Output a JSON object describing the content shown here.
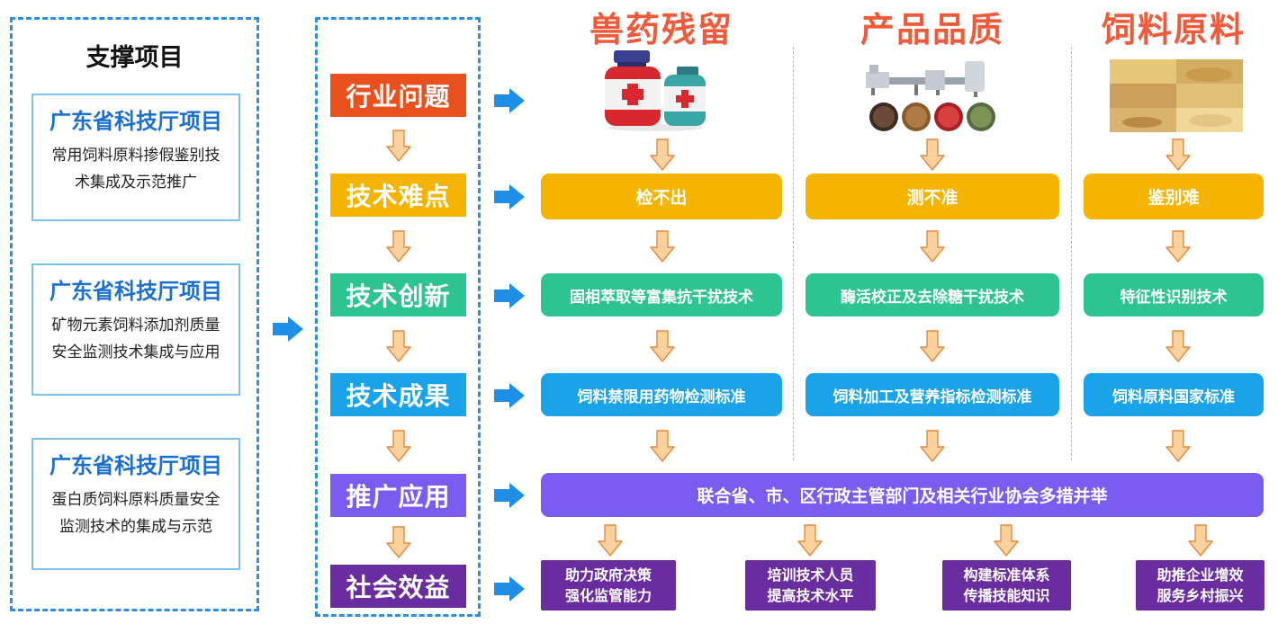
{
  "support": {
    "title": "支撑项目",
    "projects": [
      {
        "title": "广东省科技厅项目",
        "desc1": "常用饲料原料掺假鉴别技",
        "desc2": "术集成及示范推广"
      },
      {
        "title": "广东省科技厅项目",
        "desc1": "矿物元素饲料添加剂质量",
        "desc2": "安全监测技术集成与应用"
      },
      {
        "title": "广东省科技厅项目",
        "desc1": "蛋白质饲料原料质量安全",
        "desc2": "监测技术的集成与示范"
      }
    ]
  },
  "stages": [
    {
      "label": "行业问题",
      "color": "#e8501e"
    },
    {
      "label": "技术难点",
      "color": "#f5b400"
    },
    {
      "label": "技术创新",
      "color": "#2ec491"
    },
    {
      "label": "技术成果",
      "color": "#1aa3e8"
    },
    {
      "label": "推广应用",
      "color": "#7a5cf0"
    },
    {
      "label": "社会效益",
      "color": "#6a2da0"
    }
  ],
  "columns": [
    {
      "heading": "兽药残留",
      "difficulty": "检不出",
      "innovation": "固相萃取等富集抗干扰技术",
      "result": "饲料禁限用药物检测标准"
    },
    {
      "heading": "产品品质",
      "difficulty": "测不准",
      "innovation": "酶活校正及去除糖干扰技术",
      "result": "饲料加工及营养指标检测标准"
    },
    {
      "heading": "饲料原料",
      "difficulty": "鉴别难",
      "innovation": "特征性识别技术",
      "result": "饲料原料国家标准"
    }
  ],
  "application": "联合省、市、区行政主管部门及相关行业协会多措并举",
  "benefits": [
    {
      "line1": "助力政府决策",
      "line2": "强化监管能力"
    },
    {
      "line1": "培训技术人员",
      "line2": "提高技术水平"
    },
    {
      "line1": "构建标准体系",
      "line2": "传播技能知识"
    },
    {
      "line1": "助推企业增效",
      "line2": "服务乡村振兴"
    }
  ],
  "colors": {
    "difficulty": "#f5b400",
    "innovation": "#2ec491",
    "result": "#1aa3e8",
    "application": "#7a5cf0",
    "benefit": "#6a2da0",
    "heading": "#ee5a3a",
    "dash_border": "#2b8fe8",
    "arrow_blue": "#1f8ee6",
    "arrow_orange_fill": "#fbd19e",
    "arrow_orange_stroke": "#e8883c"
  }
}
